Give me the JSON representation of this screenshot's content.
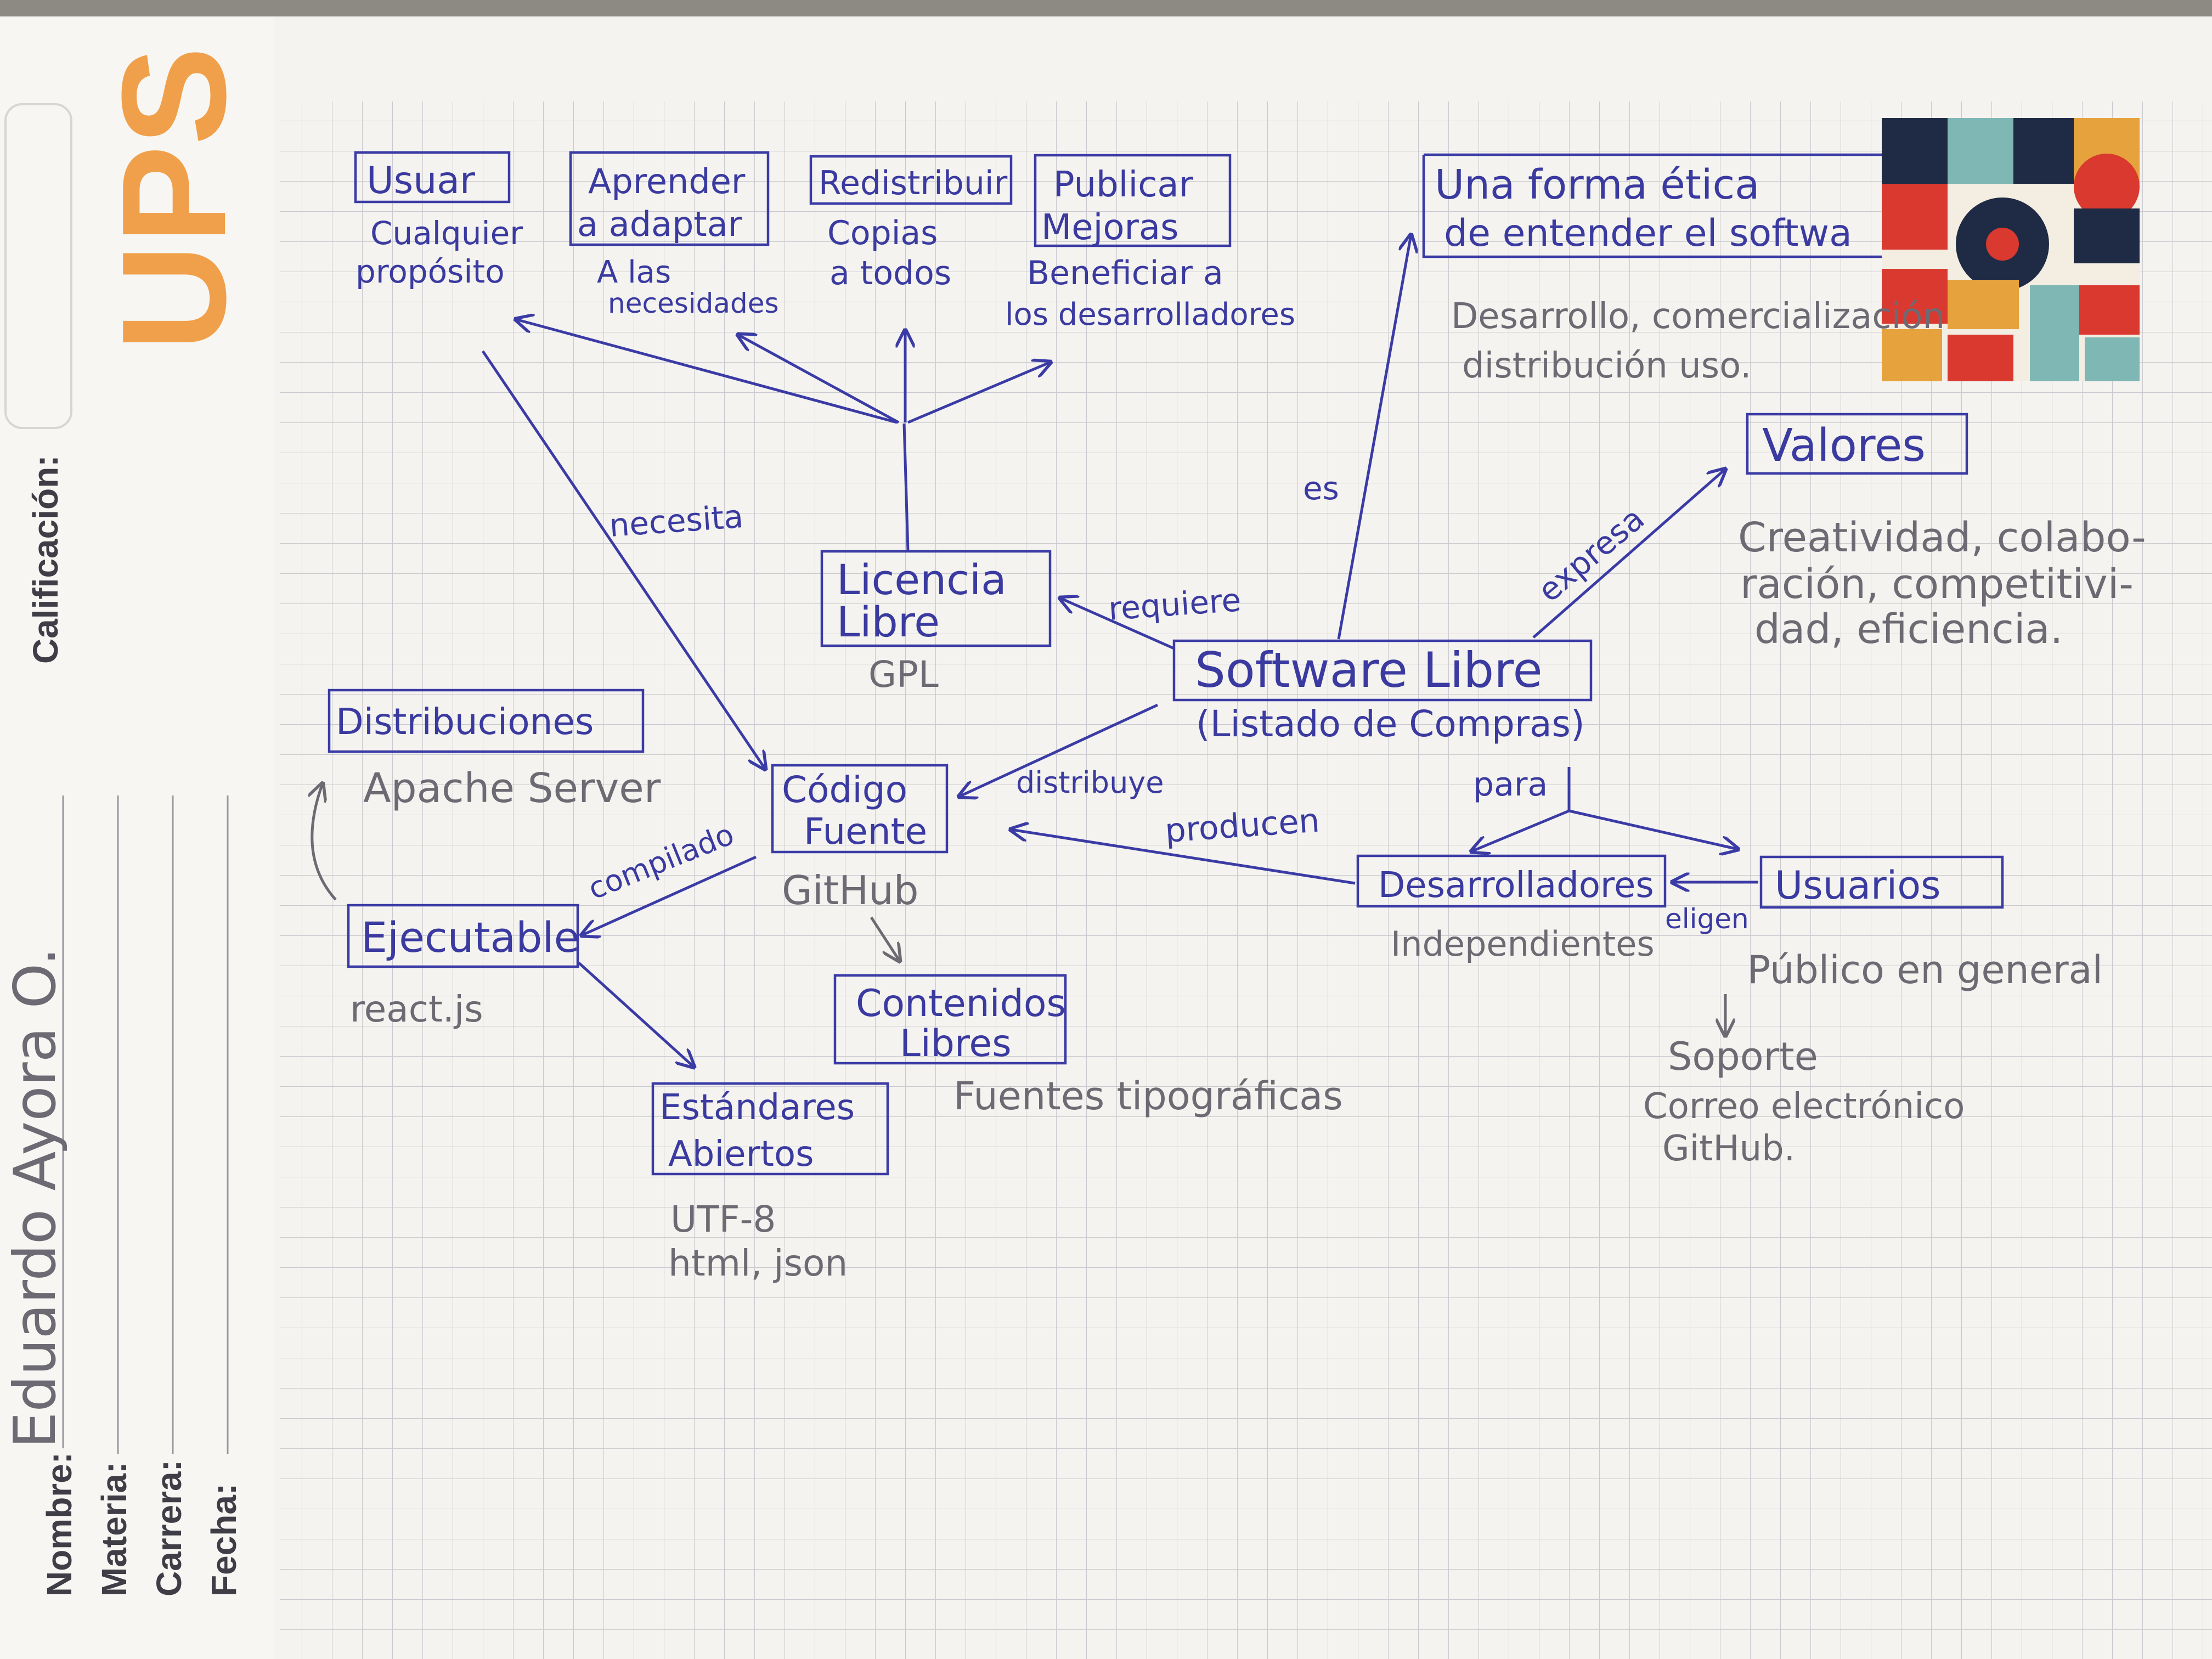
{
  "header": {
    "brand": "UPS",
    "grade_label": "Calificación:",
    "fields": [
      {
        "label": "Nombre:",
        "value": "Eduardo Ayora O."
      },
      {
        "label": "Materia:",
        "value": ""
      },
      {
        "label": "Carrera:",
        "value": ""
      },
      {
        "label": "Fecha:",
        "value": ""
      }
    ]
  },
  "colors": {
    "ink": "#3b3ba6",
    "pencil": "#6e6a73",
    "brand_orange": "#f0a04a",
    "paper": "#f4f3ef",
    "grid": "#c9c9cf"
  },
  "nodes": {
    "usar": {
      "title": "Usuar",
      "desc": [
        "Cualquier",
        "propósito"
      ]
    },
    "aprender": {
      "title": [
        "Aprender",
        "a adaptar"
      ],
      "desc": [
        "A las",
        "necesidades"
      ]
    },
    "redistribuir": {
      "title": "Redistribuir",
      "desc": [
        "Copias",
        "a todos"
      ]
    },
    "publicar": {
      "title": [
        "Publicar",
        "Mejoras"
      ],
      "desc": [
        "Beneficiar a",
        "los desarrolladores"
      ]
    },
    "etica": {
      "title": [
        "Una forma ética",
        "de entender el softwa"
      ],
      "desc": [
        "Desarrollo, comercialización",
        "distribución uso."
      ]
    },
    "valores": {
      "title": "Valores",
      "desc": [
        "Creatividad, colabo-",
        "ración, competitivi-",
        "dad, eficiencia."
      ]
    },
    "licencia": {
      "title": [
        "Licencia",
        "Libre"
      ],
      "desc": "GPL"
    },
    "software": {
      "title": "Software Libre",
      "desc": "(Listado de Compras)"
    },
    "distribuciones": {
      "title": "Distribuciones",
      "desc": "Apache Server"
    },
    "codigo": {
      "title": [
        "Código",
        "Fuente"
      ],
      "desc": "GitHub"
    },
    "ejecutable": {
      "title": "Ejecutable",
      "desc": "react.js"
    },
    "contenidos": {
      "title": [
        "Contenidos",
        "Libres"
      ],
      "desc": "Fuentes tipográficas"
    },
    "estandares": {
      "title": [
        "Estándares",
        "Abiertos"
      ],
      "desc": [
        "UTF-8",
        "html, json"
      ]
    },
    "desarrolladores": {
      "title": "Desarrolladores",
      "desc": "Independientes"
    },
    "usuarios": {
      "title": "Usuarios",
      "desc": "Público en general"
    },
    "soporte": {
      "title": "Soporte",
      "desc": [
        "Correo electrónico",
        "GitHub."
      ]
    }
  },
  "edges": {
    "necesita": "necesita",
    "requiere": "requiere",
    "es": "es",
    "expresa": "expresa",
    "distribuye": "distribuye",
    "producen": "producen",
    "para": "para",
    "eligen": "eligen",
    "compilado": "compilado"
  }
}
